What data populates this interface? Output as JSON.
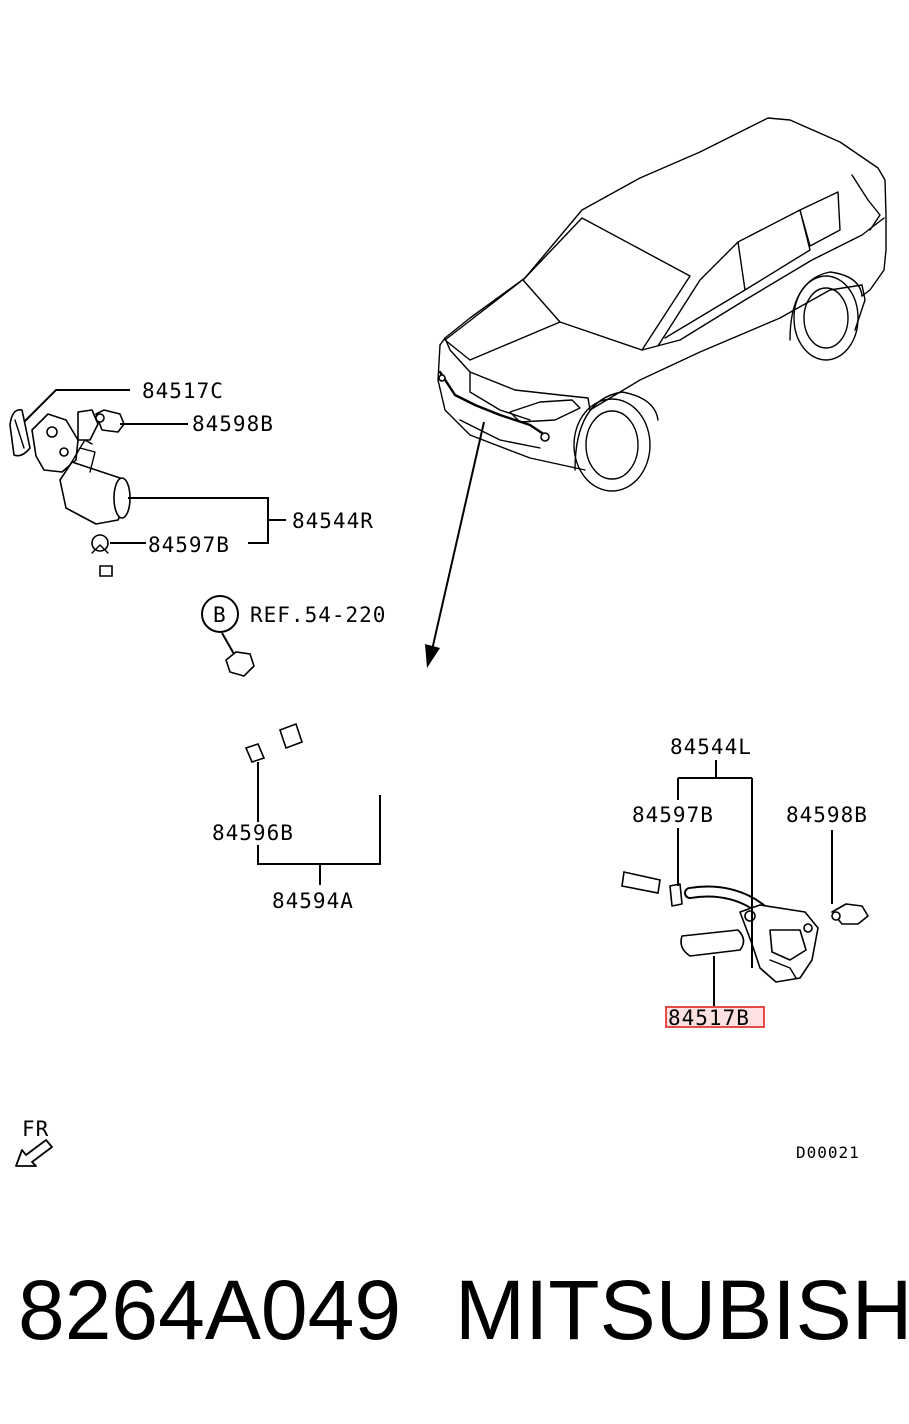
{
  "diagram": {
    "callouts": {
      "p84517C": "84517C",
      "p84598B_left": "84598B",
      "p84544R": "84544R",
      "p84597B_left": "84597B",
      "ref_circle": "B",
      "ref_text": "REF.54-220",
      "p84596B": "84596B",
      "p84594A": "84594A",
      "p84544L": "84544L",
      "p84597B_right": "84597B",
      "p84598B_right": "84598B",
      "p84517B": "84517B"
    },
    "highlight_color": "#e53935",
    "fr_label": "FR",
    "drawing_code": "D00021"
  },
  "footer": {
    "part_number": "8264A049",
    "brand": "MITSUBISHI"
  }
}
